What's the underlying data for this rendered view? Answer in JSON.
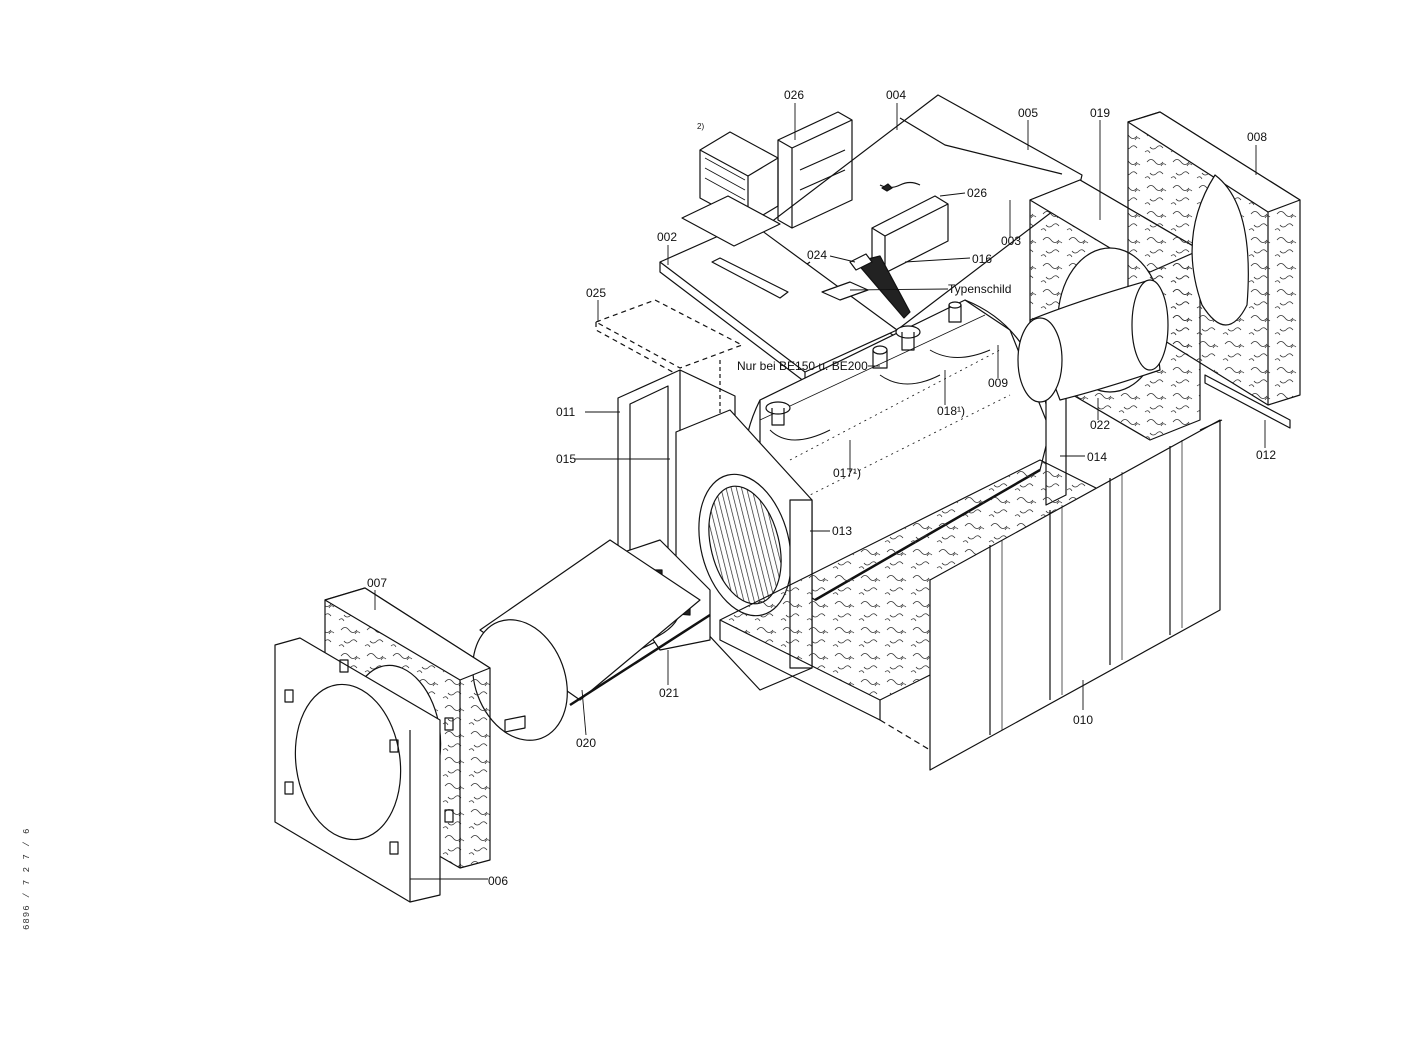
{
  "diagram": {
    "labels": {
      "p026a": "026",
      "p004": "004",
      "p005": "005",
      "p019": "019",
      "p008": "008",
      "p026b": "026",
      "p003": "003",
      "p002": "002",
      "p024": "024",
      "p016": "016",
      "p025": "025",
      "typenschild": "Typenschild",
      "nur_bei": "Nur bei BE150 u. BE200",
      "p009": "009",
      "p011": "011",
      "p018": "018¹)",
      "p022": "022",
      "p012": "012",
      "p015": "015",
      "p017": "017¹)",
      "p014": "014",
      "p013": "013",
      "p007": "007",
      "p021": "021",
      "p020": "020",
      "p010": "010",
      "p006": "006"
    },
    "footnote_mark": "2)",
    "side_code": "6896 / 7 2 7 / 6"
  }
}
